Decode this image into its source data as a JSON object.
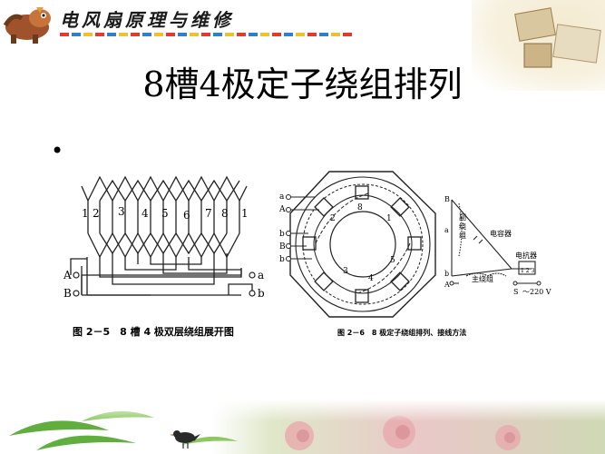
{
  "header": {
    "title": "电风扇原理与维修"
  },
  "slide": {
    "title": "8槽4极定子绕组排列",
    "bullet": "•"
  },
  "fig_left": {
    "caption": "图 2－5　8 槽 4 极双层绕组展开图",
    "slot_labels": [
      "1",
      "2",
      "3",
      "4",
      "5",
      "6",
      "7",
      "8",
      "1"
    ],
    "terminals": {
      "A": "A",
      "B": "B",
      "a": "a",
      "b": "b"
    }
  },
  "fig_middle": {
    "slot_labels": [
      "8",
      "1",
      "2",
      "3",
      "4",
      "5"
    ],
    "terminals": [
      "a",
      "A",
      "b",
      "B",
      "b"
    ]
  },
  "fig_right": {
    "caption": "图 2－6　8 极定子绕组排列、接线方法",
    "labels": {
      "B": "B",
      "a": "a",
      "b": "b",
      "A": "A",
      "S": "S",
      "aux": "副绕组",
      "main": "主绕组",
      "cap": "电容器",
      "reactor": "电抗器",
      "supply": "～220 V",
      "taps": "1 2 3"
    }
  }
}
